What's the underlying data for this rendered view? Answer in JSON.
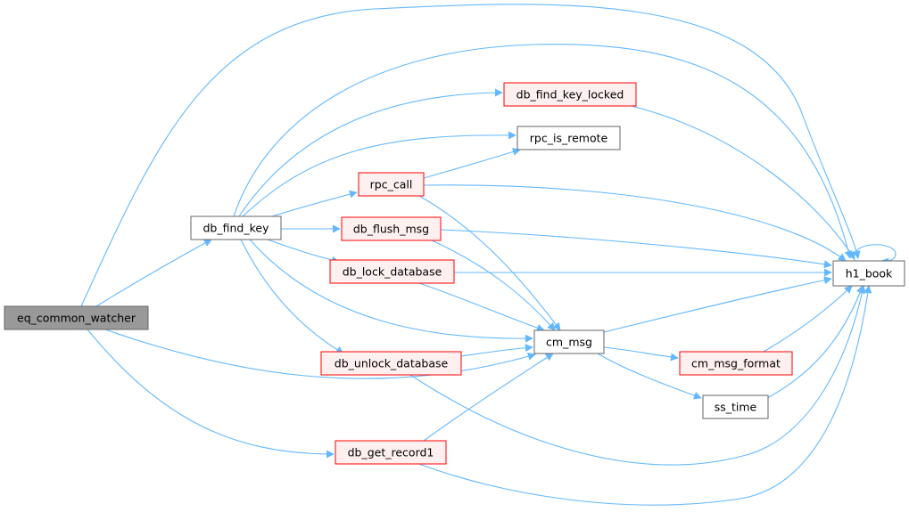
{
  "diagram": {
    "colors": {
      "edge": "#63b8ff",
      "node_border": "#666666",
      "node_fill": "#ffffff",
      "linked_border": "#ff0000",
      "linked_fill": "#fff0f0",
      "focus_fill": "#999999",
      "focus_border": "#666666"
    },
    "nodes": [
      {
        "id": "eq_common_watcher",
        "label": "eq_common_watcher",
        "style": "focus"
      },
      {
        "id": "db_find_key",
        "label": "db_find_key",
        "style": "plain"
      },
      {
        "id": "db_find_key_locked",
        "label": "db_find_key_locked",
        "style": "linked"
      },
      {
        "id": "rpc_is_remote",
        "label": "rpc_is_remote",
        "style": "plain"
      },
      {
        "id": "rpc_call",
        "label": "rpc_call",
        "style": "linked"
      },
      {
        "id": "db_flush_msg",
        "label": "db_flush_msg",
        "style": "linked"
      },
      {
        "id": "db_lock_database",
        "label": "db_lock_database",
        "style": "linked"
      },
      {
        "id": "cm_msg",
        "label": "cm_msg",
        "style": "plain"
      },
      {
        "id": "db_unlock_database",
        "label": "db_unlock_database",
        "style": "linked"
      },
      {
        "id": "db_get_record1",
        "label": "db_get_record1",
        "style": "linked"
      },
      {
        "id": "cm_msg_format",
        "label": "cm_msg_format",
        "style": "linked"
      },
      {
        "id": "ss_time",
        "label": "ss_time",
        "style": "plain"
      },
      {
        "id": "h1_book",
        "label": "h1_book",
        "style": "plain"
      }
    ],
    "edges": [
      {
        "from": "eq_common_watcher",
        "to": "h1_book"
      },
      {
        "from": "eq_common_watcher",
        "to": "db_find_key"
      },
      {
        "from": "eq_common_watcher",
        "to": "cm_msg"
      },
      {
        "from": "eq_common_watcher",
        "to": "db_get_record1"
      },
      {
        "from": "db_find_key",
        "to": "h1_book"
      },
      {
        "from": "db_find_key",
        "to": "db_find_key_locked"
      },
      {
        "from": "db_find_key",
        "to": "rpc_is_remote"
      },
      {
        "from": "db_find_key",
        "to": "rpc_call"
      },
      {
        "from": "db_find_key",
        "to": "db_flush_msg"
      },
      {
        "from": "db_find_key",
        "to": "db_lock_database"
      },
      {
        "from": "db_find_key",
        "to": "cm_msg"
      },
      {
        "from": "db_find_key",
        "to": "db_unlock_database"
      },
      {
        "from": "db_find_key_locked",
        "to": "h1_book"
      },
      {
        "from": "rpc_call",
        "to": "rpc_is_remote"
      },
      {
        "from": "rpc_call",
        "to": "h1_book"
      },
      {
        "from": "rpc_call",
        "to": "cm_msg"
      },
      {
        "from": "db_flush_msg",
        "to": "h1_book"
      },
      {
        "from": "db_flush_msg",
        "to": "cm_msg"
      },
      {
        "from": "db_lock_database",
        "to": "h1_book"
      },
      {
        "from": "db_lock_database",
        "to": "cm_msg"
      },
      {
        "from": "db_unlock_database",
        "to": "cm_msg"
      },
      {
        "from": "db_unlock_database",
        "to": "h1_book"
      },
      {
        "from": "db_get_record1",
        "to": "cm_msg"
      },
      {
        "from": "db_get_record1",
        "to": "h1_book"
      },
      {
        "from": "cm_msg",
        "to": "h1_book"
      },
      {
        "from": "cm_msg",
        "to": "cm_msg_format"
      },
      {
        "from": "cm_msg",
        "to": "ss_time"
      },
      {
        "from": "cm_msg_format",
        "to": "h1_book"
      },
      {
        "from": "ss_time",
        "to": "h1_book"
      },
      {
        "from": "h1_book",
        "to": "h1_book"
      }
    ]
  }
}
